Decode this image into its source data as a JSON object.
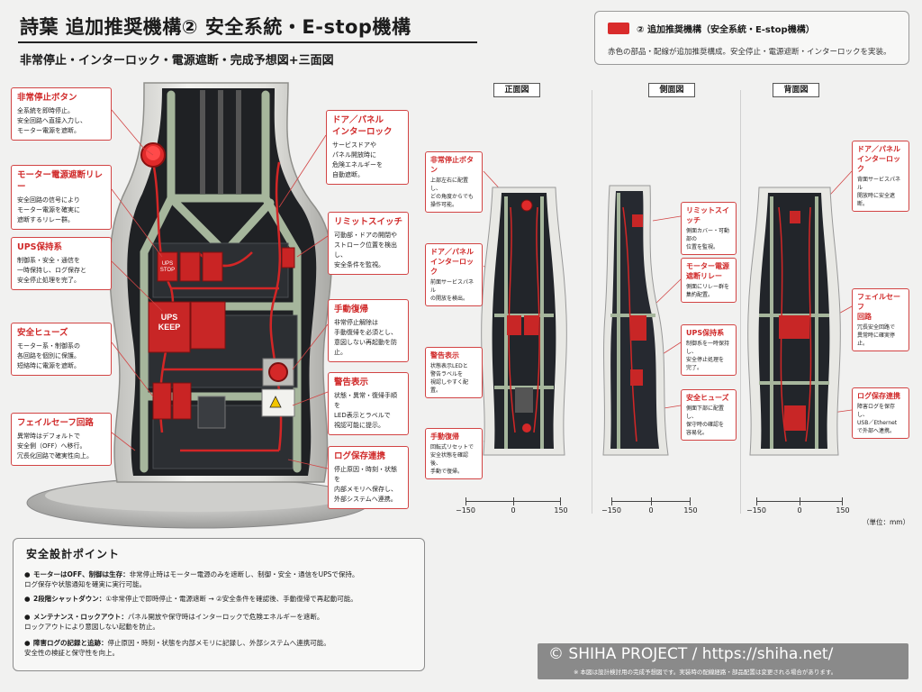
{
  "header": {
    "title": "詩葉 追加推奨機構② 安全系統・E-stop機構",
    "subtitle": "非常停止・インターロック・電源遮断・完成予想図+三面図"
  },
  "legend": {
    "title": "② 追加推奨機構（安全系統・E-stop機構）",
    "description": "赤色の部品・配線が追加推奨構成。安全停止・電源遮断・インターロックを実装。",
    "accent_color": "#d92b2b"
  },
  "main_callouts": {
    "estop": {
      "title": "非常停止ボタン",
      "desc": "全系統を即時停止。\n安全回路へ直接入力し、\nモーター電源を遮断。"
    },
    "relay": {
      "title": "モーター電源遮断リレー",
      "desc": "安全回路の信号により\nモーター電源を確実に\n遮断するリレー群。"
    },
    "ups": {
      "title": "UPS保持系",
      "desc": "制御系・安全・通信を\n一時保持し、ログ保存と\n安全停止処理を完了。"
    },
    "fuse": {
      "title": "安全ヒューズ",
      "desc": "モーター系・制御系の\n各回路を個別に保護。\n短絡時に電源を遮断。"
    },
    "failsafe": {
      "title": "フェイルセーフ回路",
      "desc": "異常時はデフォルトで\n安全側（OFF）へ移行。\n冗長化回路で確実性向上。"
    },
    "door": {
      "title": "ドア／パネル\nインターロック",
      "desc": "サービスドアや\nパネル開放時に\n危険エネルギーを\n自動遮断。"
    },
    "limit": {
      "title": "リミットスイッチ",
      "desc": "可動部・ドアの開閉や\nストローク位置を検出し、\n安全条件を監視。"
    },
    "reset": {
      "title": "手動復帰",
      "desc": "非常停止解除は\n手動復帰を必須とし、\n意図しない再起動を防止。"
    },
    "warning": {
      "title": "警告表示",
      "desc": "状態・異常・復帰手順を\nLED表示とラベルで\n視認可能に提示。"
    },
    "log": {
      "title": "ログ保存連携",
      "desc": "停止原因・時刻・状態を\n内部メモリへ保存し、\n外部システムへ連携。"
    }
  },
  "main_figure": {
    "ups_label": "UPS\nKEEP",
    "relay_label": "UPS\nSTOP"
  },
  "views": {
    "front": {
      "label": "正面図",
      "callouts": {
        "estop": {
          "title": "非常停止ボタン",
          "desc": "上部左右に配置し、\nどの角度からでも\n操作可能。"
        },
        "door": {
          "title": "ドア／パネル\nインターロック",
          "desc": "前面サービスパネル\nの開放を検出。"
        },
        "warning": {
          "title": "警告表示",
          "desc": "状態表示LEDと\n警告ラベルを\n視認しやすく配置。"
        },
        "reset": {
          "title": "手動復帰",
          "desc": "回転式リセットで\n安全状態を確認後、\n手動で復帰。"
        }
      }
    },
    "side": {
      "label": "側面図",
      "callouts": {
        "limit": {
          "title": "リミットスイッチ",
          "desc": "側面カバー・可動部の\n位置を監視。"
        },
        "relay": {
          "title": "モーター電源\n遮断リレー",
          "desc": "側面にリレー群を\n集約配置。"
        },
        "ups": {
          "title": "UPS保持系",
          "desc": "制御系を一時保持し、\n安全停止処理を\n完了。"
        },
        "fuse": {
          "title": "安全ヒューズ",
          "desc": "側面下部に配置し、\n保守時の確認を\n容易化。"
        }
      }
    },
    "back": {
      "label": "背面図",
      "callouts": {
        "door": {
          "title": "ドア／パネル\nインターロック",
          "desc": "背面サービスパネル\n開放時に安全遮断。"
        },
        "failsafe": {
          "title": "フェイルセーフ\n回路",
          "desc": "冗長安全回路で\n異常時に確実停止。"
        },
        "log": {
          "title": "ログ保存連携",
          "desc": "障害ログを保存し、\nUSB／Ethernet\nで外部へ連携。"
        }
      }
    }
  },
  "scales": {
    "ticks": [
      "−150",
      "0",
      "150"
    ],
    "unit": "（単位：mm）"
  },
  "safety_points": {
    "title": "安全設計ポイント",
    "items": [
      {
        "label": "モーターはOFF、制御は生存：",
        "desc": "非常停止時はモーター電源のみを遮断し、制御・安全・通信をUPSで保持。\nログ保存や状態通知を確実に実行可能。"
      },
      {
        "label": "2段階シャットダウン：",
        "desc": "①非常停止で即時停止・電源遮断 → ②安全条件を確認後、手動復帰で再起動可能。"
      },
      {
        "label": "メンテナンス・ロックアウト：",
        "desc": "パネル開放や保守時はインターロックで危険エネルギーを遮断。\nロックアウトにより意図しない起動を防止。"
      },
      {
        "label": "障害ログの記録と追跡：",
        "desc": "停止原因・時刻・状態を内部メモリに記録し、外部システムへ連携可能。\n安全性の検証と保守性を向上。"
      }
    ]
  },
  "footer": {
    "copyright": "©  SHIHA PROJECT / https://shiha.net/",
    "note": "※ 本図は設計検討用の完成予想図です。実装時の配線経路・部品配置は変更される場合があります。"
  }
}
